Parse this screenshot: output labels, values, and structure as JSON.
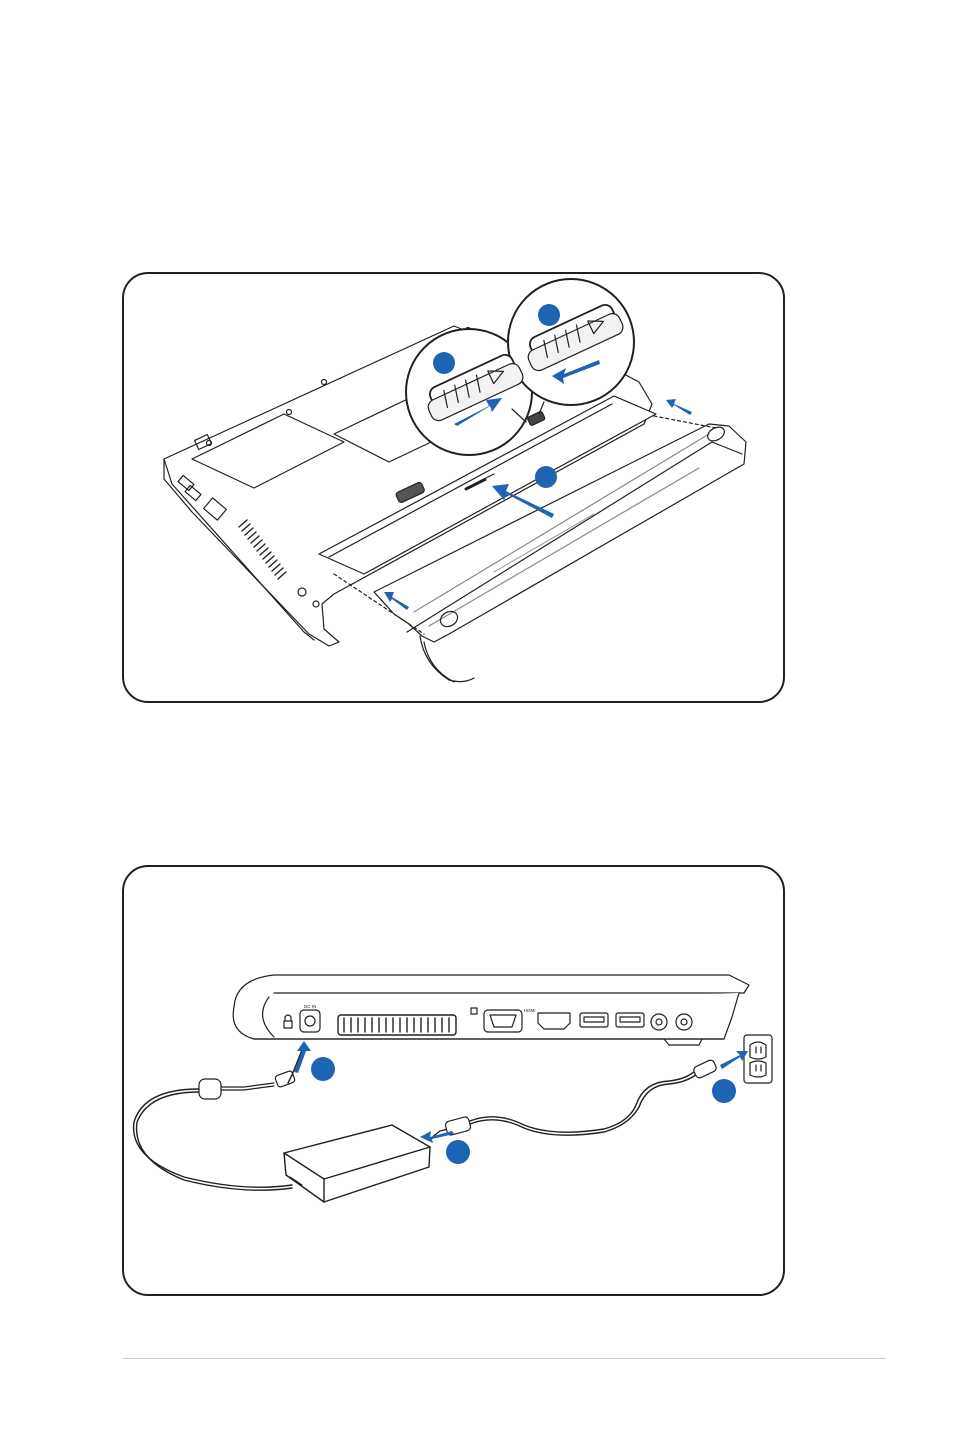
{
  "figures": [
    {
      "id": "battery-installation",
      "callouts": 3
    },
    {
      "id": "power-connection",
      "callouts": 3
    }
  ],
  "port_labels": {
    "dc_in": "DC IN",
    "hdmi": "HDMI"
  },
  "colors": {
    "callout": "#1f63b4",
    "arrow": "#1f63b4",
    "line": "#231f20",
    "frame": "#231f20"
  },
  "icons": [
    "lock-icon",
    "usb-icon",
    "microphone-icon",
    "headphone-icon",
    "wall-outlet-icon"
  ]
}
